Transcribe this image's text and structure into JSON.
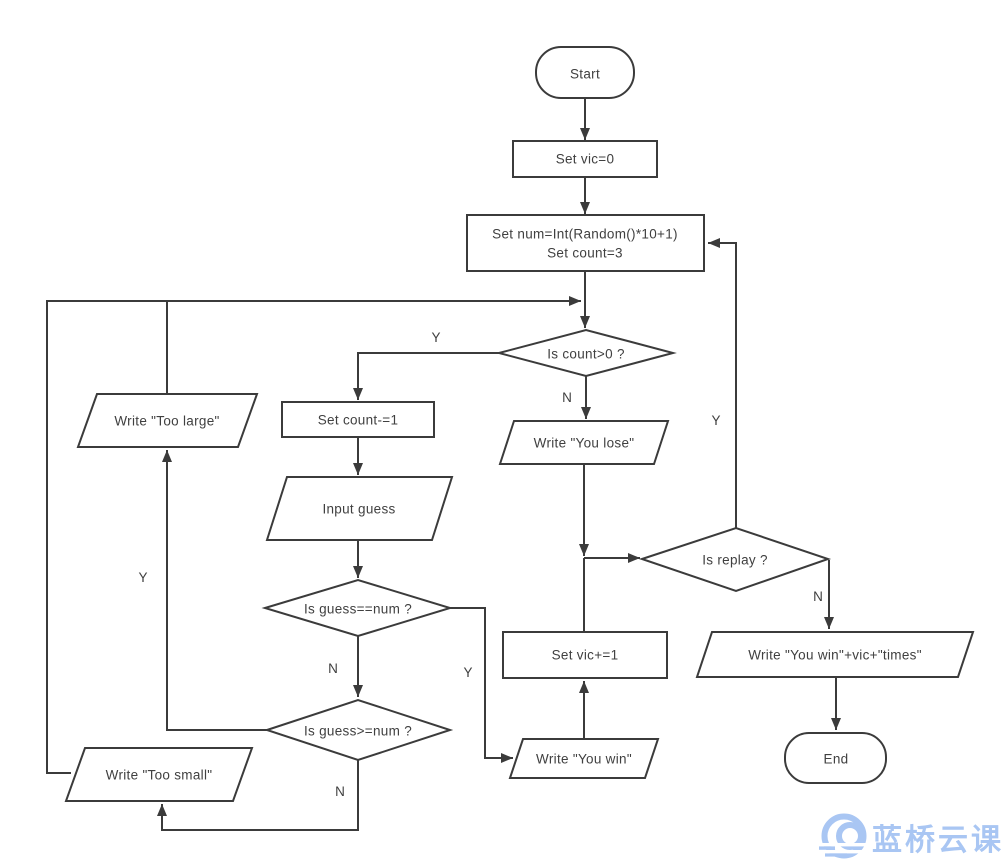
{
  "flowchart": {
    "nodes": {
      "start": "Start",
      "set_vic": "Set vic=0",
      "set_num_line1": "Set num=Int(Random()*10+1)",
      "set_num_line2": "Set count=3",
      "is_count": "Is count>0 ?",
      "set_count": "Set count-=1",
      "input_guess": "Input guess",
      "write_too_large": "Write \"Too large\"",
      "write_you_lose": "Write \"You lose\"",
      "is_guess_eq": "Is guess==num ?",
      "is_guess_ge": "Is guess>=num ?",
      "write_too_small": "Write \"Too small\"",
      "set_vic_inc": "Set vic+=1",
      "write_you_win": "Write \"You win\"",
      "is_replay": "Is replay ?",
      "write_you_win_times": "Write \"You win\"+vic+\"times\"",
      "end": "End"
    },
    "branch_labels": {
      "count_y": "Y",
      "count_n": "N",
      "eq_n": "N",
      "eq_y": "Y",
      "ge_y": "Y",
      "ge_n": "N",
      "replay_y": "Y",
      "replay_n": "N"
    },
    "edges": [
      {
        "from": "start",
        "to": "set_vic"
      },
      {
        "from": "set_vic",
        "to": "set_num"
      },
      {
        "from": "set_num",
        "to": "is_count"
      },
      {
        "from": "is_count",
        "to": "set_count",
        "label": "Y"
      },
      {
        "from": "is_count",
        "to": "write_you_lose",
        "label": "N"
      },
      {
        "from": "set_count",
        "to": "input_guess"
      },
      {
        "from": "input_guess",
        "to": "is_guess_eq"
      },
      {
        "from": "is_guess_eq",
        "to": "is_guess_ge",
        "label": "N"
      },
      {
        "from": "is_guess_eq",
        "to": "write_you_win",
        "label": "Y"
      },
      {
        "from": "is_guess_ge",
        "to": "write_too_large",
        "label": "Y"
      },
      {
        "from": "is_guess_ge",
        "to": "write_too_small",
        "label": "N"
      },
      {
        "from": "write_too_large",
        "to": "is_count"
      },
      {
        "from": "write_too_small",
        "to": "is_count"
      },
      {
        "from": "write_you_lose",
        "to": "is_replay"
      },
      {
        "from": "write_you_win",
        "to": "set_vic_inc"
      },
      {
        "from": "set_vic_inc",
        "to": "is_replay"
      },
      {
        "from": "is_replay",
        "to": "set_num",
        "label": "Y"
      },
      {
        "from": "is_replay",
        "to": "write_you_win_times",
        "label": "N"
      },
      {
        "from": "write_you_win_times",
        "to": "end"
      }
    ],
    "colors": {
      "line": "#3b3b3b",
      "text": "#404040",
      "background": "#ffffff"
    }
  },
  "watermark": {
    "brand": "蓝桥云课",
    "color": "#a9c6f3"
  }
}
